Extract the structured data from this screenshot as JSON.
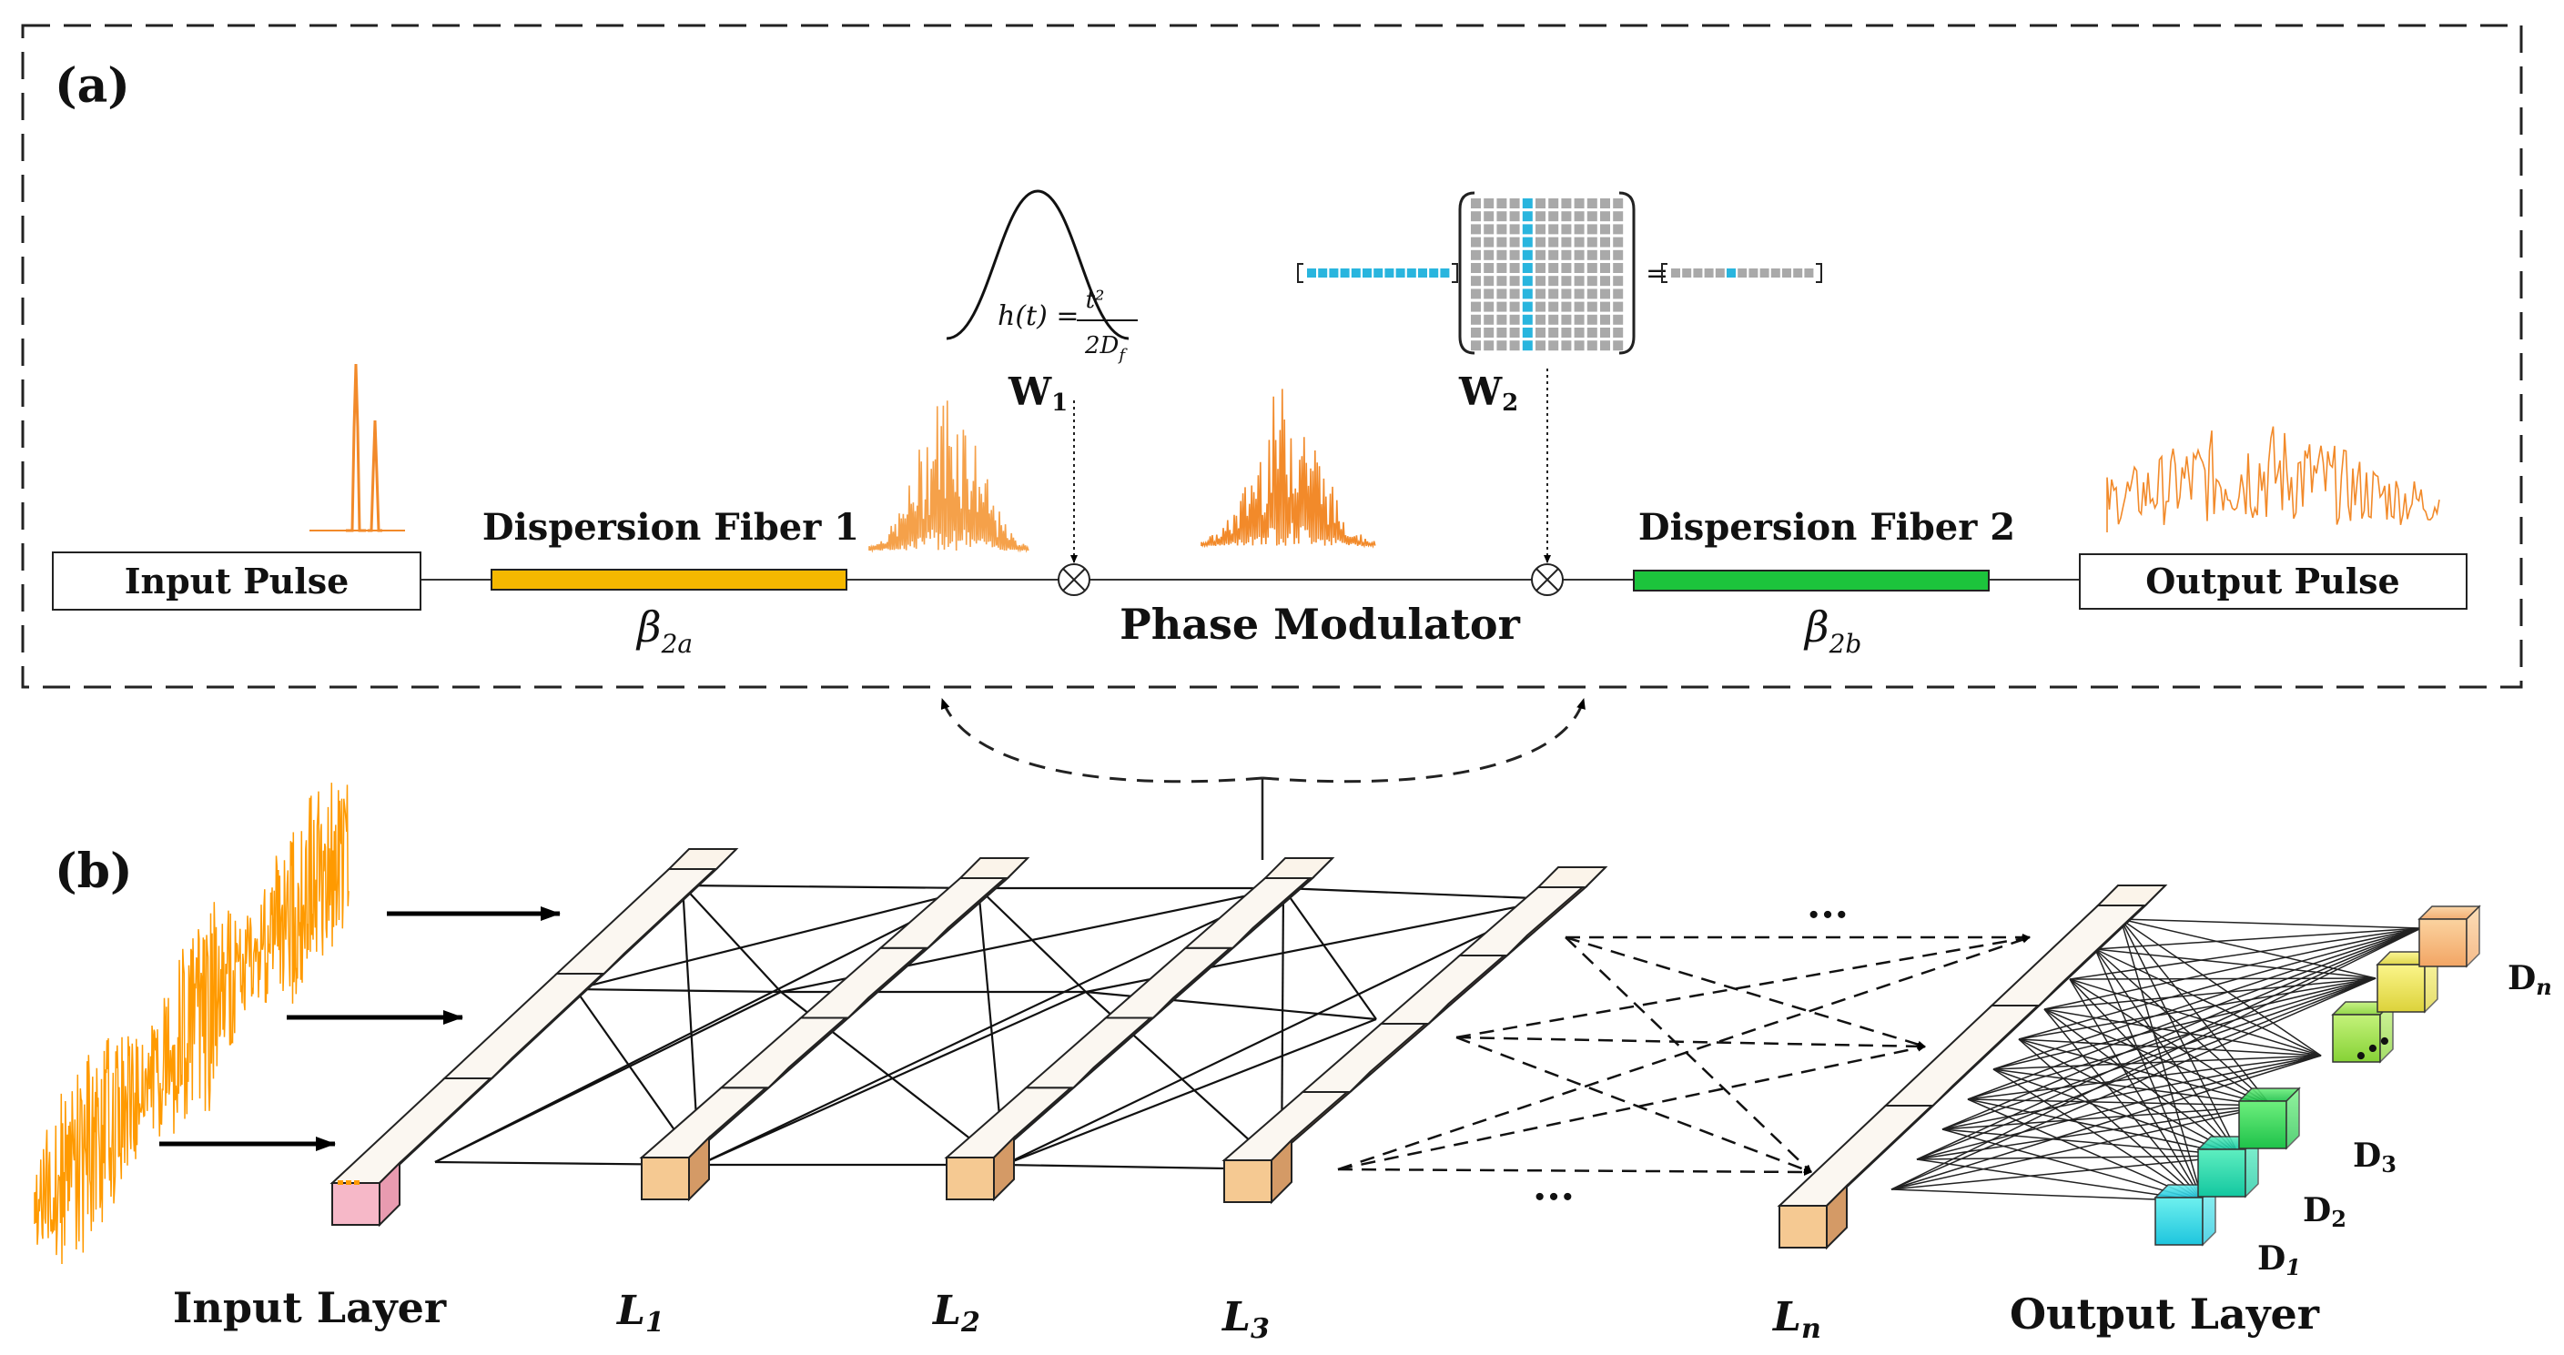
{
  "panel_a": {
    "tag": "(a)",
    "input_pulse": "Input Pulse",
    "output_pulse": "Output Pulse",
    "fiber1": "Dispersion Fiber 1",
    "fiber2": "Dispersion Fiber 2",
    "beta_main": "β",
    "beta1_sub": "2a",
    "beta2_sub": "2b",
    "phase_modulator": "Phase Modulator",
    "w_main": "W",
    "w1_sub": "1",
    "w2_sub": "2",
    "eq_lhs": "h(t) =",
    "eq_num": "t²",
    "eq_den": "2D",
    "eq_den_sub": "f",
    "equals": "="
  },
  "panel_b": {
    "tag": "(b)",
    "input_layer": "Input Layer",
    "output_layer": "Output Layer",
    "layer_main": "L",
    "l1_sub": "1",
    "l2_sub": "2",
    "l3_sub": "3",
    "ln_sub": "n",
    "d_main": "D",
    "d1_sub": "1",
    "d2_sub": "2",
    "d3_sub": "3",
    "dn_sub": "n",
    "ellipsis": "···"
  },
  "colors": {
    "fiber1": "#f5b800",
    "fiber2": "#1cc43c",
    "pulse": "#f28a2a",
    "signal": "#ff9a00",
    "pink": "#d9879a",
    "peach": "#f5c992",
    "matrix_highlight": "#29b5de",
    "matrix_grid": "#a9a9a9"
  }
}
